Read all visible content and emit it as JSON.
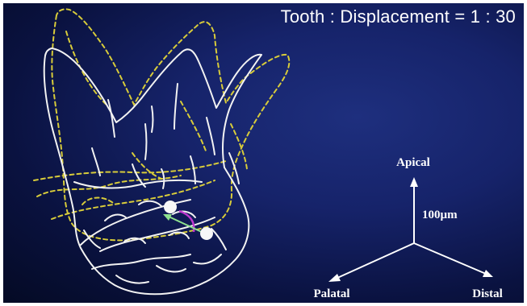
{
  "header": {
    "ratio_text": "Tooth : Displacement = 1 : 30"
  },
  "axes": {
    "apical": "Apical",
    "palatal": "Palatal",
    "distal": "Distal",
    "scale": "100µm"
  },
  "colors": {
    "background": "#0f1a55",
    "tooth_outline": "#f2f2f2",
    "displaced_outline": "#d8cc3a",
    "displacement_vector": "#8fe28f",
    "rotation_arc": "#c03ad0"
  }
}
